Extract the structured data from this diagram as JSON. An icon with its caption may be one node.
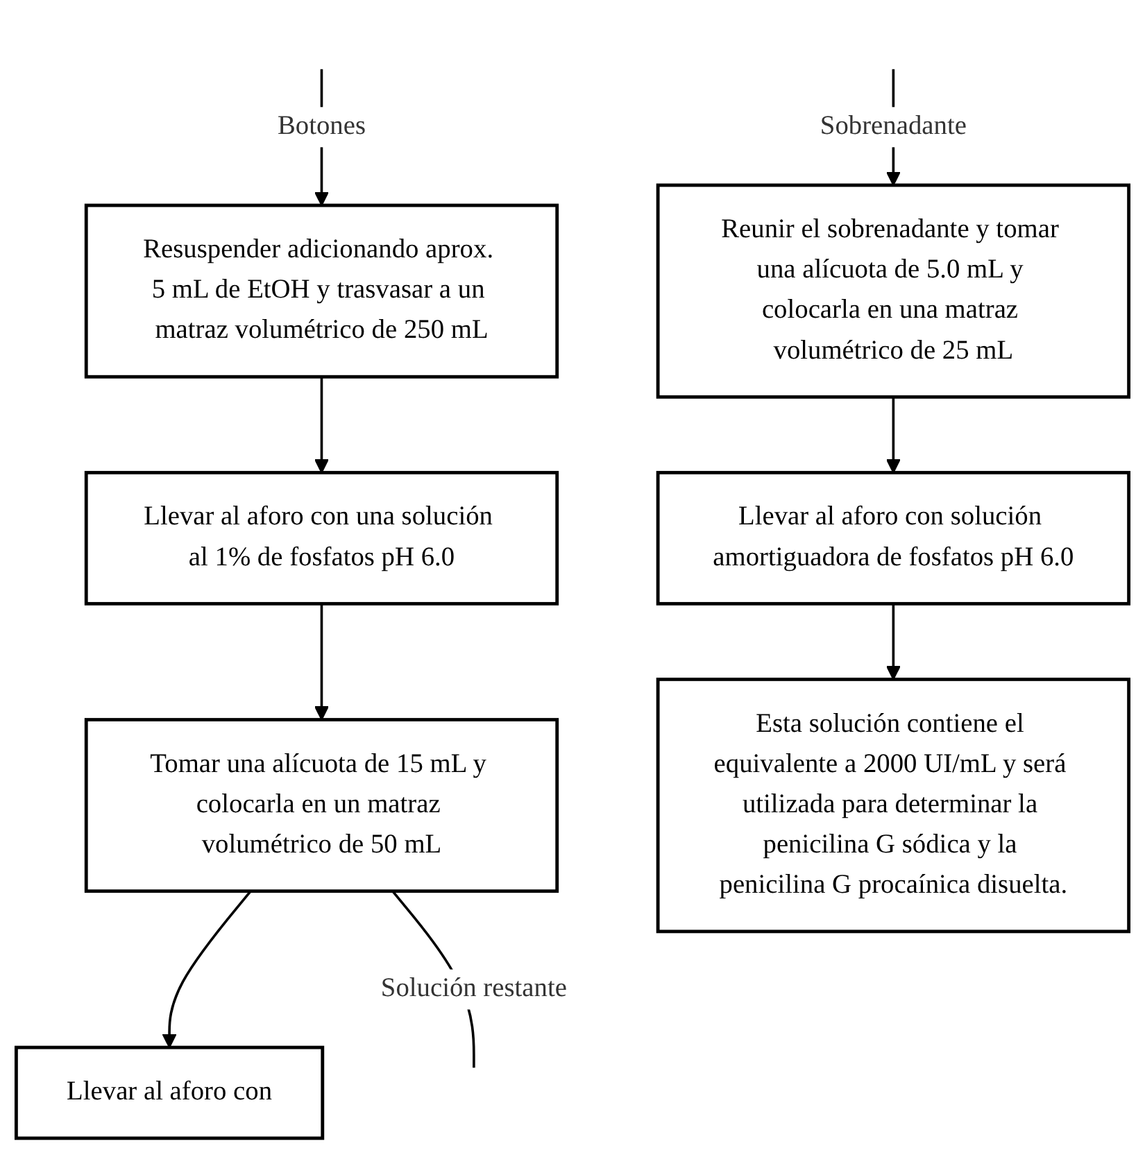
{
  "diagram": {
    "nodes": [
      {
        "text": [
          "Resuspender adicionando aprox. 5 mL de EtOH y trasvasar a un matraz volumétrico de 250 mL"
        ]
      },
      {
        "text": [
          "Reunir el sobrenadante y tomar una alícuota de 5.0 mL y colocarla en una matraz volumétrico de 25 mL"
        ]
      },
      {
        "text": [
          "Llevar al aforo con una solución al 1% de fosfatos pH 6.0"
        ]
      },
      {
        "text": [
          "Llevar al aforo con solución amortiguadora de fosfatos pH 6.0"
        ]
      },
      {
        "text": [
          "Tomar una alícuota de 15 mL y colocarla en un matraz volumétrico de 50 mL"
        ]
      },
      {
        "text": [
          "Esta solución contiene el equivalente a 2000 UI/mL y será utilizada para determinar la penicilina G sódica y la penicilina G procaínica disuelta."
        ]
      },
      {
        "text": [
          "Llevar al aforo con"
        ]
      }
    ],
    "edges": [
      {
        "from": null,
        "to": 0,
        "arrow": "to",
        "label": "Botones"
      },
      {
        "from": null,
        "to": 1,
        "arrow": "to",
        "label": "Sobrenadante"
      },
      {
        "from": 0,
        "to": 2,
        "arrow": "to"
      },
      {
        "from": 1,
        "to": 3,
        "arrow": "to"
      },
      {
        "from": 2,
        "to": 4,
        "arrow": "to"
      },
      {
        "from": 3,
        "to": 5,
        "arrow": "to"
      },
      {
        "from": 4,
        "to": 6,
        "arrow": "to"
      },
      {
        "from": 4,
        "to": null,
        "arrow": "none",
        "label": "Solución restante"
      }
    ]
  }
}
